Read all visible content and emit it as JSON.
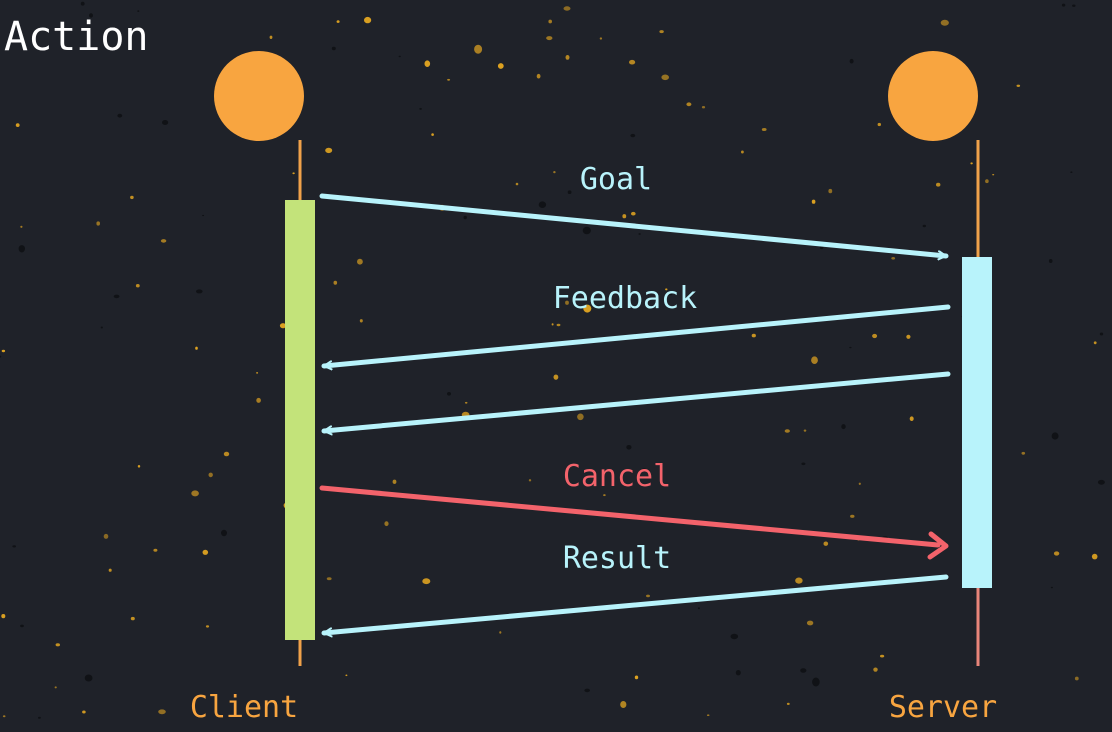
{
  "title": "Action",
  "colors": {
    "background": "#1f2229",
    "actor": "#f8a540",
    "lifeline": "#f0a24a",
    "client_activation": "#c3e37a",
    "server_activation": "#b8f3fb",
    "server_lifeline_tail": "#e8857a",
    "message_default": "#b8f3fb",
    "message_cancel": "#f3636b",
    "speck": "#e0a421"
  },
  "actors": [
    {
      "id": "client",
      "label": "Client"
    },
    {
      "id": "server",
      "label": "Server"
    }
  ],
  "messages": [
    {
      "id": "goal",
      "label": "Goal",
      "from": "client",
      "to": "server",
      "color": "#b8f3fb"
    },
    {
      "id": "feedback-1",
      "label": "Feedback",
      "from": "server",
      "to": "client",
      "color": "#b8f3fb"
    },
    {
      "id": "feedback-2",
      "label": "",
      "from": "server",
      "to": "client",
      "color": "#b8f3fb"
    },
    {
      "id": "cancel",
      "label": "Cancel",
      "from": "client",
      "to": "server",
      "color": "#f3636b"
    },
    {
      "id": "result",
      "label": "Result",
      "from": "server",
      "to": "client",
      "color": "#b8f3fb"
    }
  ]
}
